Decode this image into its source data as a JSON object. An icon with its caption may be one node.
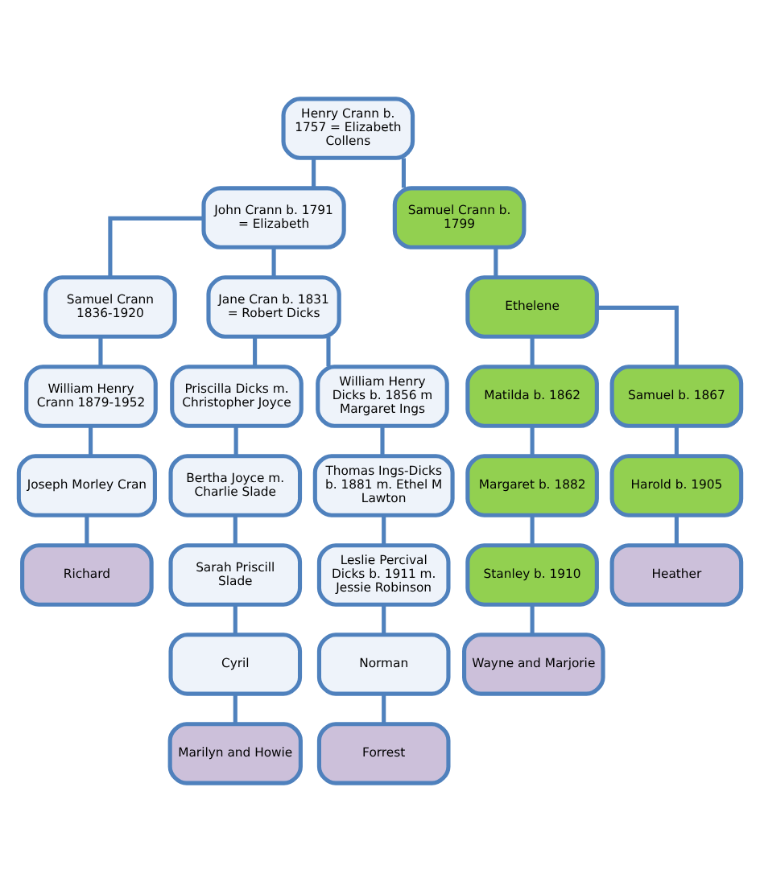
{
  "diagram": {
    "nodes": [
      {
        "text": [
          "Henry Crann b. 1757 = Elizabeth Collens"
        ]
      },
      {
        "text": [
          "John Crann b. 1791 = Elizabeth"
        ]
      },
      {
        "text": [
          "Samuel Crann b. 1799"
        ]
      },
      {
        "text": [
          "Samuel Crann 1836-1920"
        ]
      },
      {
        "text": [
          "Jane Cran b. 1831 = Robert Dicks"
        ]
      },
      {
        "text": [
          "Ethelene"
        ]
      },
      {
        "text": [
          "William Henry Crann 1879-1952"
        ]
      },
      {
        "text": [
          "Priscilla Dicks m. Christopher Joyce"
        ]
      },
      {
        "text": [
          "William Henry Dicks b. 1856 m Margaret Ings"
        ]
      },
      {
        "text": [
          "Matilda b. 1862"
        ]
      },
      {
        "text": [
          "Samuel b. 1867"
        ]
      },
      {
        "text": [
          "Joseph Morley Cran"
        ]
      },
      {
        "text": [
          "Bertha Joyce m. Charlie Slade"
        ]
      },
      {
        "text": [
          "Thomas Ings-Dicks b. 1881 m. Ethel M Lawton"
        ]
      },
      {
        "text": [
          "Margaret b. 1882"
        ]
      },
      {
        "text": [
          "Harold b. 1905"
        ]
      },
      {
        "text": [
          "Richard"
        ]
      },
      {
        "text": [
          "Sarah Priscill Slade"
        ]
      },
      {
        "text": [
          "Leslie Percival Dicks b. 1911 m. Jessie Robinson"
        ]
      },
      {
        "text": [
          "Stanley b. 1910"
        ]
      },
      {
        "text": [
          "Heather"
        ]
      },
      {
        "text": [
          "Cyril"
        ]
      },
      {
        "text": [
          "Norman"
        ]
      },
      {
        "text": [
          "Wayne and Marjorie"
        ]
      },
      {
        "text": [
          "Marilyn and Howie"
        ]
      },
      {
        "text": [
          "Forrest"
        ]
      }
    ],
    "edges": [
      {
        "from": 0,
        "to": 1,
        "arrow": "none"
      },
      {
        "from": 0,
        "to": 2,
        "arrow": "none"
      },
      {
        "from": 1,
        "to": 3,
        "arrow": "none"
      },
      {
        "from": 1,
        "to": 4,
        "arrow": "none"
      },
      {
        "from": 2,
        "to": 5,
        "arrow": "none"
      },
      {
        "from": 3,
        "to": 6,
        "arrow": "none"
      },
      {
        "from": 4,
        "to": 7,
        "arrow": "none"
      },
      {
        "from": 4,
        "to": 8,
        "arrow": "none"
      },
      {
        "from": 5,
        "to": 9,
        "arrow": "none"
      },
      {
        "from": 5,
        "to": 10,
        "arrow": "none"
      },
      {
        "from": 6,
        "to": 11,
        "arrow": "none"
      },
      {
        "from": 7,
        "to": 12,
        "arrow": "none"
      },
      {
        "from": 8,
        "to": 13,
        "arrow": "none"
      },
      {
        "from": 9,
        "to": 14,
        "arrow": "none"
      },
      {
        "from": 10,
        "to": 15,
        "arrow": "none"
      },
      {
        "from": 11,
        "to": 16,
        "arrow": "none"
      },
      {
        "from": 12,
        "to": 17,
        "arrow": "none"
      },
      {
        "from": 13,
        "to": 18,
        "arrow": "none"
      },
      {
        "from": 14,
        "to": 19,
        "arrow": "none"
      },
      {
        "from": 15,
        "to": 20,
        "arrow": "none"
      },
      {
        "from": 17,
        "to": 21,
        "arrow": "none"
      },
      {
        "from": 18,
        "to": 22,
        "arrow": "none"
      },
      {
        "from": 19,
        "to": 23,
        "arrow": "none"
      },
      {
        "from": 21,
        "to": 24,
        "arrow": "none"
      },
      {
        "from": 22,
        "to": 25,
        "arrow": "none"
      }
    ]
  }
}
